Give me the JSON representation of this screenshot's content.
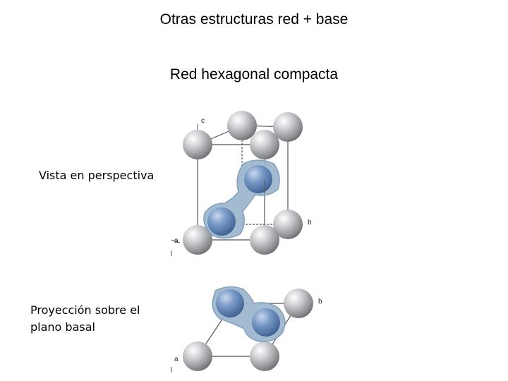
{
  "title": "Otras estructuras red + base",
  "subtitle": "Red hexagonal compacta",
  "labels": {
    "perspective": "Vista en perspectiva",
    "projection": "Proyección sobre el plano basal"
  },
  "axes": {
    "top_c": "c",
    "top_b": "b",
    "top_a": "a",
    "bottom_b": "b",
    "bottom_a": "a"
  },
  "colors": {
    "lattice_atom": "#9c9ea2",
    "basis_atom": "#5b7fb3",
    "basis_halo": "#9fb8cf"
  }
}
